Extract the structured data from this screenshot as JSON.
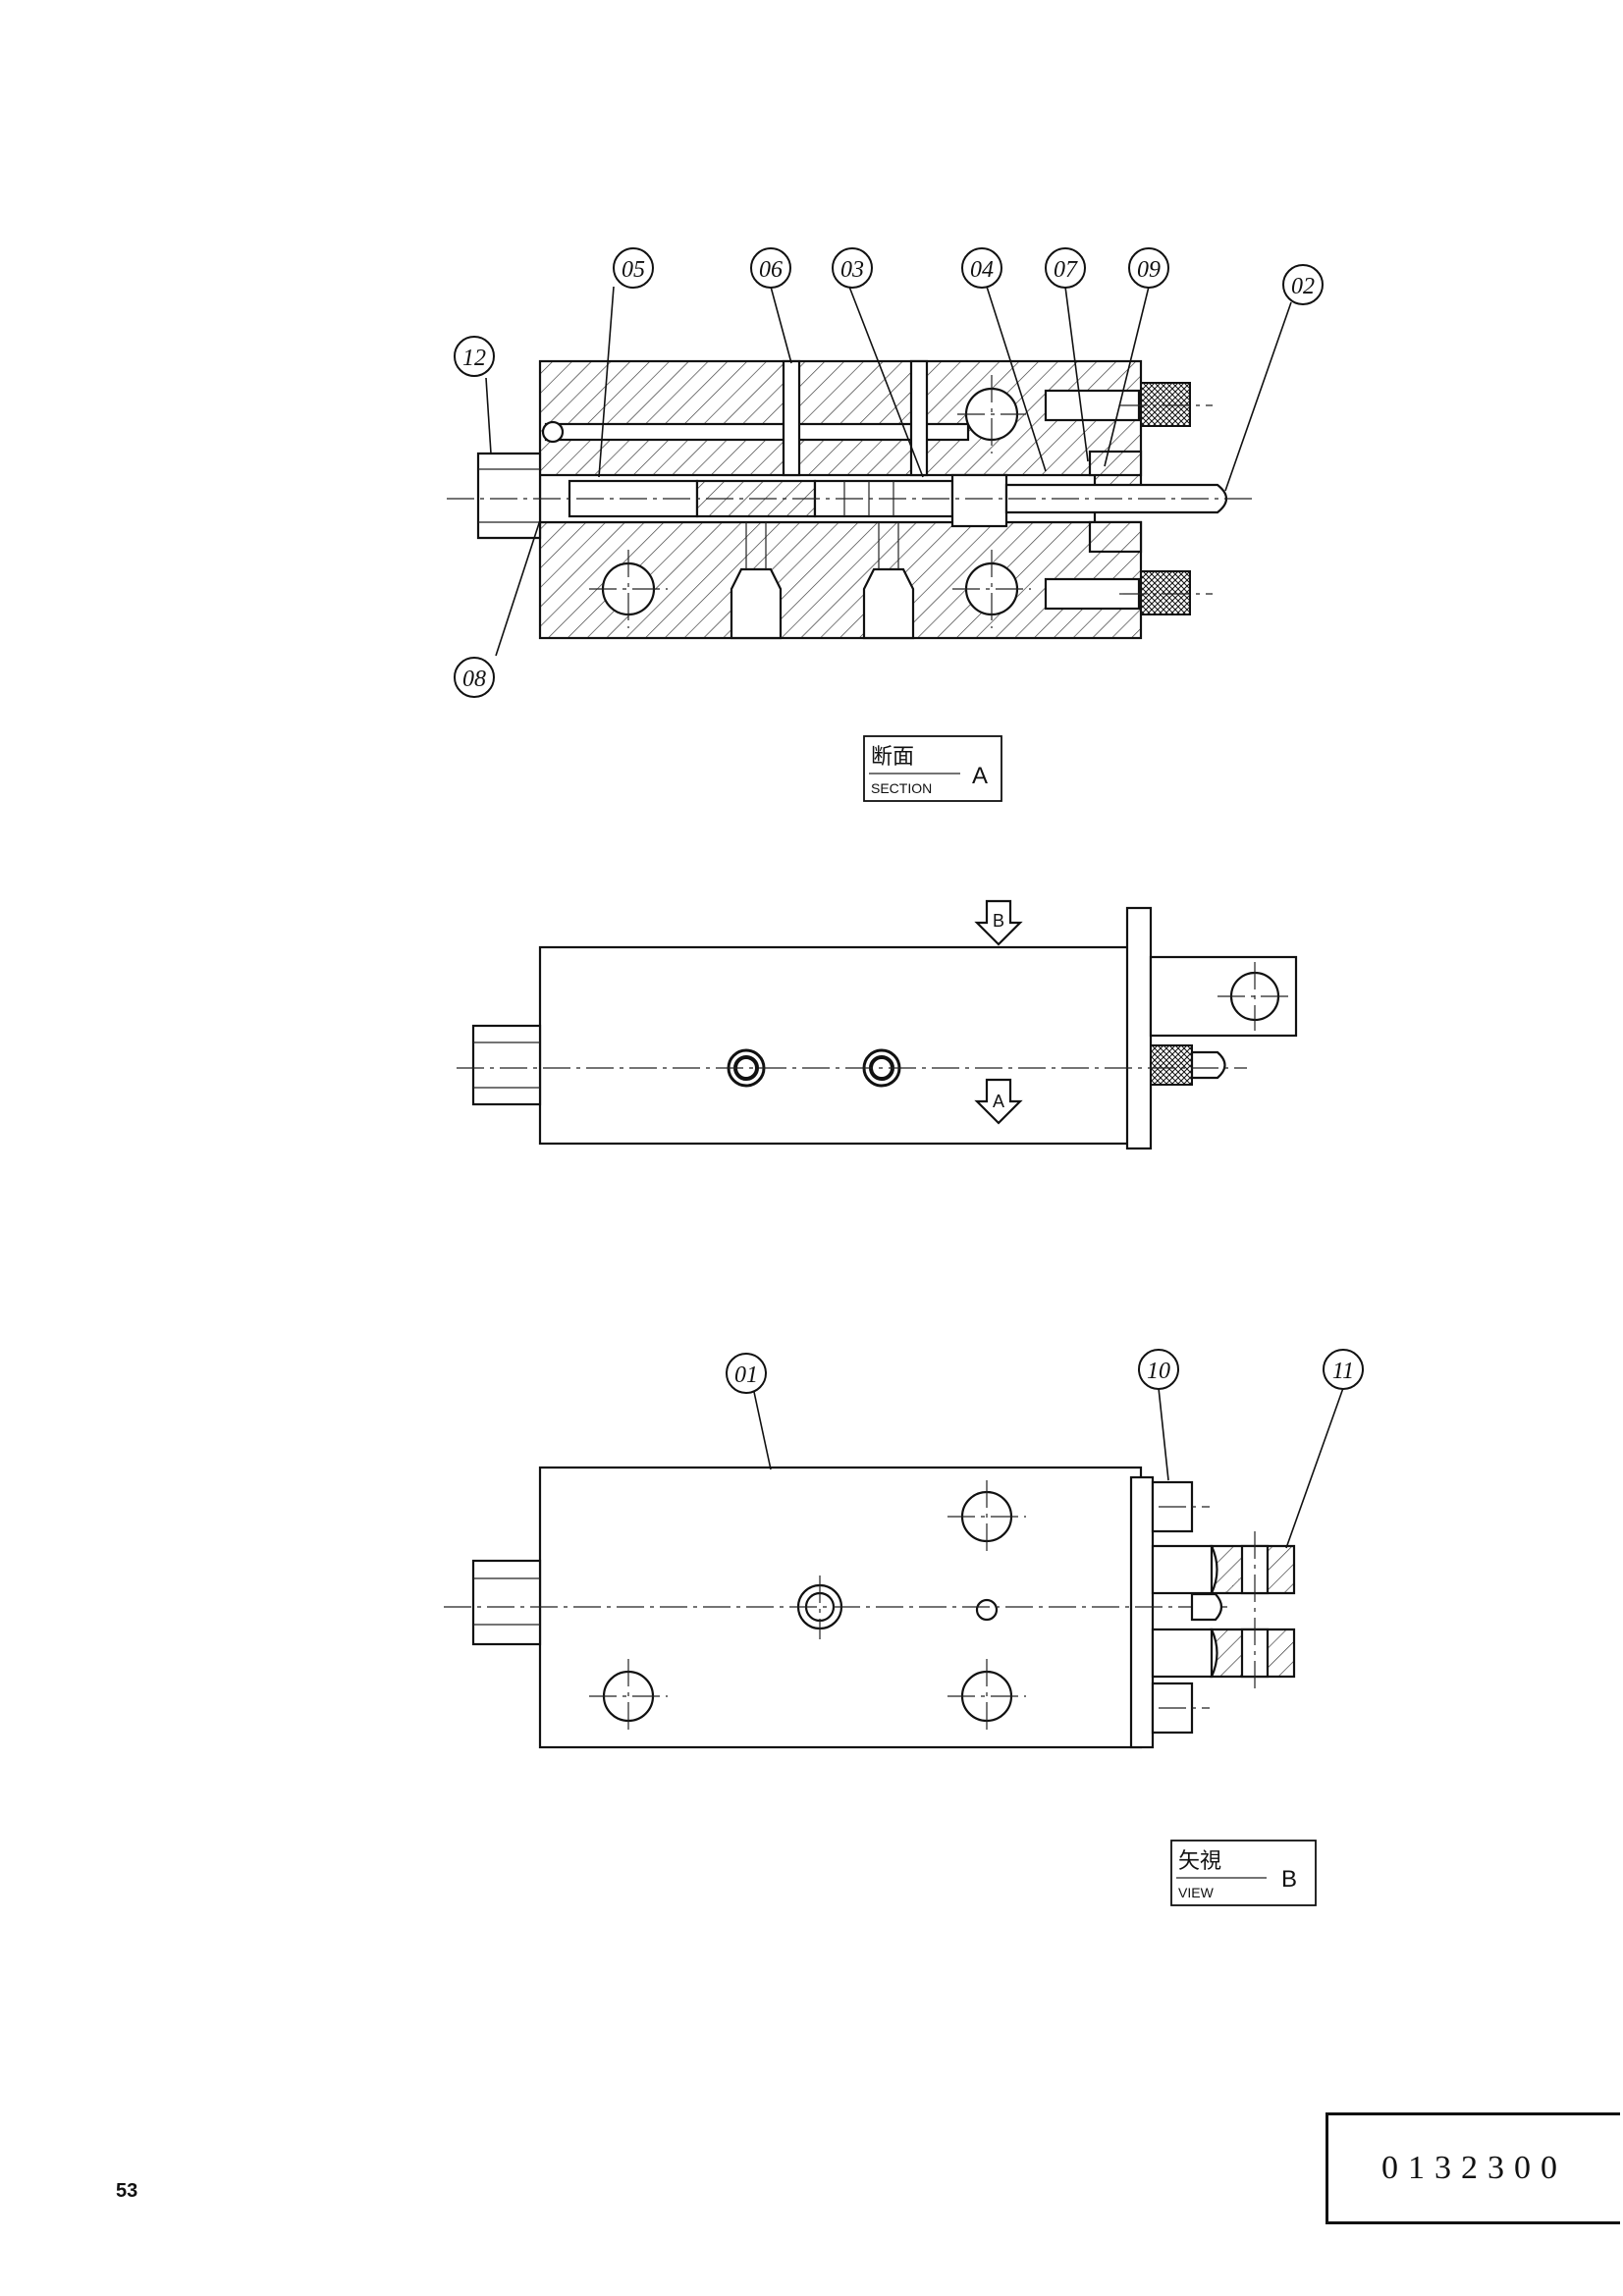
{
  "balloons": {
    "b01": "01",
    "b02": "02",
    "b03": "03",
    "b04": "04",
    "b05": "05",
    "b06": "06",
    "b07": "07",
    "b08": "08",
    "b09": "09",
    "b10": "10",
    "b11": "11",
    "b12": "12"
  },
  "section_label": {
    "jp": "断面",
    "en": "SECTION",
    "letter": "A"
  },
  "view_label": {
    "jp": "矢視",
    "en": "VIEW",
    "letter": "B"
  },
  "view_arrows": {
    "upper": "B",
    "lower": "A"
  },
  "page_number": "53",
  "drawing_number": "0132300"
}
